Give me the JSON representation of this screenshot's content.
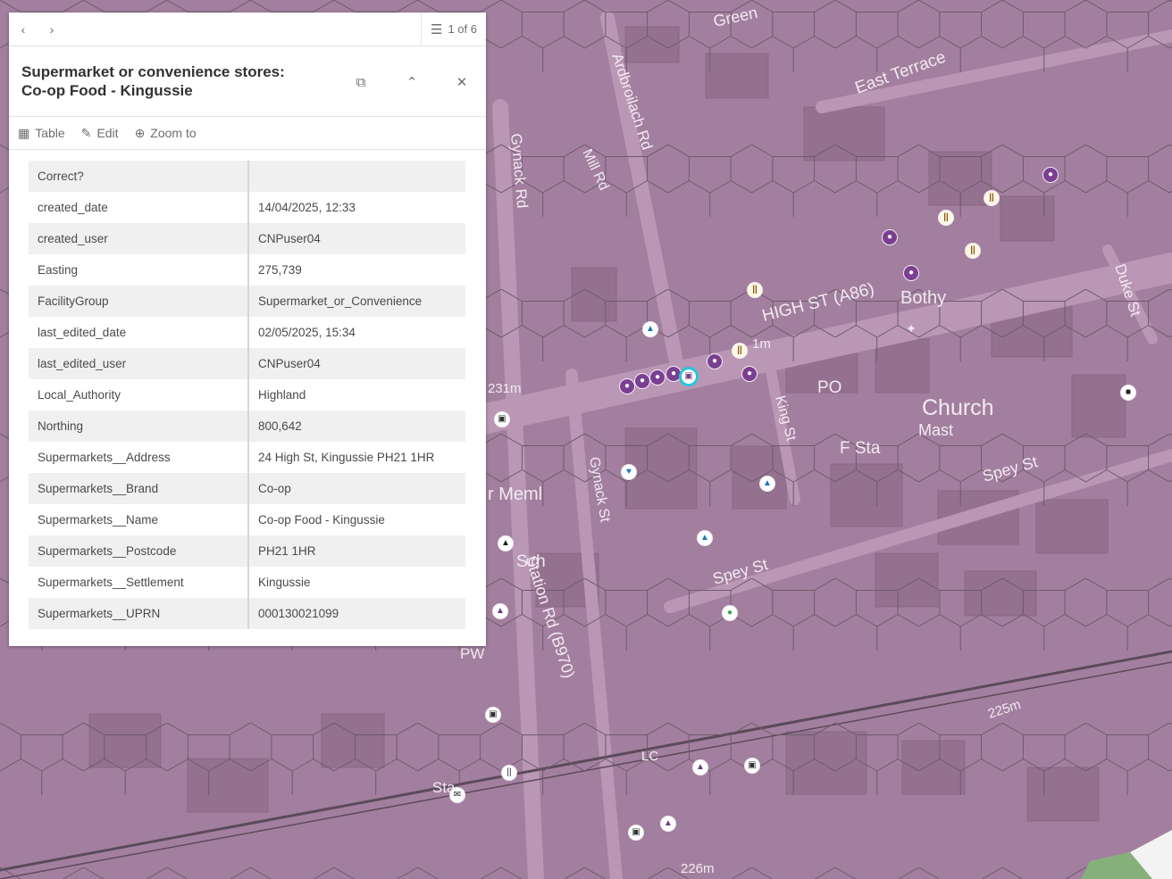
{
  "pager": {
    "count": "1 of 6"
  },
  "popup": {
    "title_line1": "Supermarket or convenience stores:",
    "title_line2": "Co-op Food - Kingussie"
  },
  "toolbar": {
    "table_label": "Table",
    "edit_label": "Edit",
    "zoom_label": "Zoom to"
  },
  "fields": [
    {
      "key": "Correct?",
      "value": ""
    },
    {
      "key": "created_date",
      "value": "14/04/2025, 12:33"
    },
    {
      "key": "created_user",
      "value": "CNPuser04"
    },
    {
      "key": "Easting",
      "value": "275,739"
    },
    {
      "key": "FacilityGroup",
      "value": "Supermarket_or_Convenience"
    },
    {
      "key": "last_edited_date",
      "value": "02/05/2025, 15:34"
    },
    {
      "key": "last_edited_user",
      "value": "CNPuser04"
    },
    {
      "key": "Local_Authority",
      "value": "Highland"
    },
    {
      "key": "Northing",
      "value": "800,642"
    },
    {
      "key": "Supermarkets__Address",
      "value": "24 High St, Kingussie PH21 1HR"
    },
    {
      "key": "Supermarkets__Brand",
      "value": "Co-op"
    },
    {
      "key": "Supermarkets__Name",
      "value": "Co-op Food - Kingussie"
    },
    {
      "key": "Supermarkets__Postcode",
      "value": "PH21 1HR"
    },
    {
      "key": "Supermarkets__Settlement",
      "value": "Kingussie"
    },
    {
      "key": "Supermarkets__UPRN",
      "value": "000130021099"
    }
  ],
  "map_labels": {
    "green": "Green",
    "east_terrace": "East Terrace",
    "ardbroilach": "Ardbroilach Rd",
    "mill": "Mill Rd",
    "gynack_rd": "Gynack Rd",
    "high_st": "HIGH ST (A86)",
    "bothy": "Bothy",
    "duke": "Duke St",
    "king": "King St",
    "po": "PO",
    "fsta": "F Sta",
    "church": "Church",
    "mast": "Mast",
    "spey1": "Spey St",
    "spey2": "Spey St",
    "gynack_st": "Gynack St",
    "meml": "r Meml",
    "sch": "Sch",
    "station": "Station Rd (B970)",
    "pw": "PW",
    "lc": "LC",
    "sta": "Sta",
    "m225": "225m",
    "m226": "226m",
    "m1m": "1m",
    "m231": "231m"
  },
  "colors": {
    "map_fill": "#a37f9f",
    "selection": "#27c6d8",
    "shop": "#7b3f91"
  }
}
